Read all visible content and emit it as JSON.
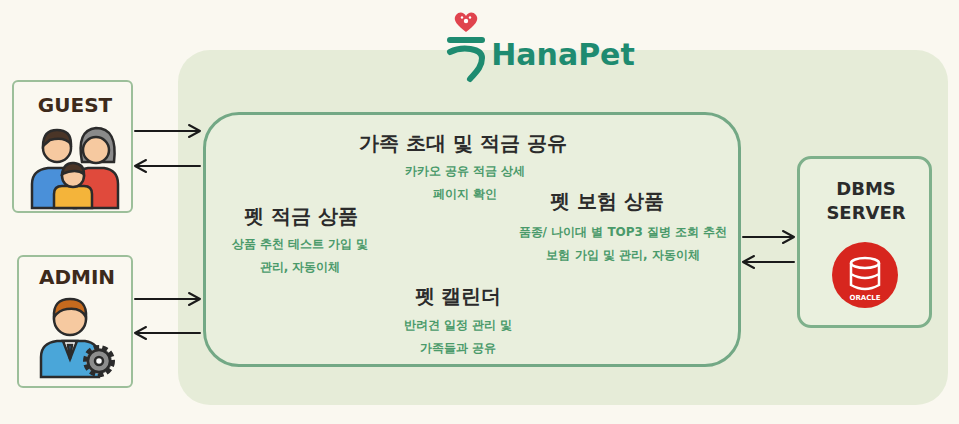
{
  "diagram": {
    "nodes": [
      {
        "text": [
          "GUEST"
        ]
      },
      {
        "text": [
          "ADMIN"
        ]
      },
      {
        "text": [
          "HanaPet"
        ]
      },
      {
        "text": [
          "가족 초대 및 적금 공유",
          "카카오 공유 적금 상세 페이지 확인",
          "펫 적금 상품",
          "상품 추천 테스트 가입 및 관리, 자동이체",
          "펫 보험 상품",
          "품종/ 나이대 별 TOP3 질병 조회 추천 보험 가입 및 관리, 자동이체",
          "펫 캘린더",
          "반려견 일정 관리 및 가족들과 공유"
        ],
        "in": 2
      },
      {
        "text": [
          "DBMS SERVER"
        ],
        "in": 2
      }
    ],
    "edges": [
      {
        "from": 0,
        "to": 3,
        "arrow": "to"
      },
      {
        "from": 3,
        "to": 0,
        "arrow": "to"
      },
      {
        "from": 1,
        "to": 3,
        "arrow": "to"
      },
      {
        "from": 3,
        "to": 1,
        "arrow": "to"
      },
      {
        "from": 3,
        "to": 4,
        "arrow": "to"
      },
      {
        "from": 4,
        "to": 3,
        "arrow": "to"
      }
    ],
    "labels": [
      "ORACLE"
    ]
  }
}
